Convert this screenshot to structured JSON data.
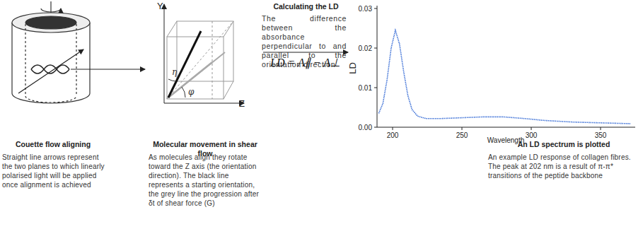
{
  "diagram": {
    "labels": [
      "Calculating the LD",
      "The difference between the absorbance perpendicular to and parallel to the orientation direction",
      "LD = A∥ − A⊥",
      "Y",
      "Z",
      "η",
      "φ",
      "LD",
      "0.03",
      "0.02",
      "0.01",
      "0.00",
      "200",
      "250",
      "300",
      "350",
      "Wavelength",
      "Couette flow aligning",
      "Straight line arrows represent the two planes to which linearly polarised light will be applied once alignment is achieved",
      "Molecular movement in shear flow",
      "As molecules align they rotate toward the Z axis (the orientation direction). The black line represents a starting orientation, the grey line the progression after δt of shear force (G)",
      "An LD spectrum is plotted",
      "An example LD response of collagen fibres. The peak at 202 nm is a result of π-π* transitions of the peptide backbone"
    ]
  }
}
